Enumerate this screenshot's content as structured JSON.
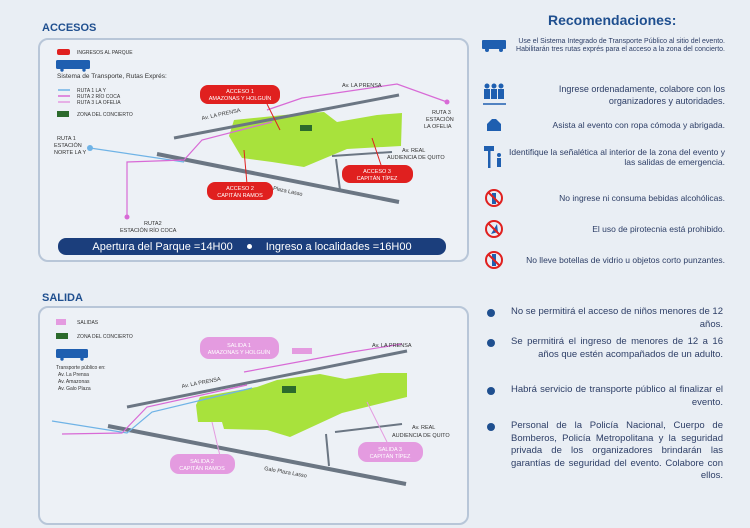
{
  "accesos": {
    "title": "ACCESOS",
    "legend": {
      "ingresos": "INGRESOS AL PARQUE",
      "transport": "Sistema de Transporte, Rutas Exprés:",
      "ruta1": "RUTA 1 LA Y",
      "ruta2": "RUTA 2 RÍO COCA",
      "ruta3": "RUTA 3 LA OFELIA",
      "zona": "ZONA DEL CONCIERTO"
    },
    "map": {
      "prensa1": "Av. LA PRENSA",
      "prensa2": "Av. LA PRENSA",
      "real1": "Av. REAL",
      "real2": "AUDIENCIA DE QUITO",
      "galo": "Galo Plaza Lasso",
      "r1a": "RUTA 1",
      "r1b": "ESTACIÓN",
      "r1c": "NORTE LA Y",
      "r2a": "RUTA2",
      "r2b": "ESTACIÓN RÍO COCA",
      "r3a": "RUTA 3",
      "r3b": "ESTACIÓN",
      "r3c": "LA OFELIA",
      "acc1a": "ACCESO 1",
      "acc1b": "AMAZONAS Y HOLGUÍN",
      "acc2a": "ACCESO 2",
      "acc2b": "CAPITÁN RAMOS",
      "acc3a": "ACCESO 3",
      "acc3b": "CAPITÁN TÍPEZ"
    },
    "banner": {
      "left": "Apertura del Parque =14H00",
      "right": "Ingreso a localidades =16H00"
    }
  },
  "salida": {
    "title": "SALIDA",
    "legend": {
      "salidas": "SALIDAS",
      "zona": "ZONA DEL CONCIERTO",
      "transport": "Transporte público en:",
      "t1": "Av. La Prensa",
      "t2": "Av. Amazonas",
      "t3": "Av. Galo Plaza"
    },
    "map": {
      "prensa1": "Av. LA PRENSA",
      "prensa2": "Av. LA PRENSA",
      "real1": "Av. REAL",
      "real2": "AUDIENCIA DE QUITO",
      "galo": "Galo Plaza Lasso",
      "s1a": "SALIDA 1",
      "s1b": "AMAZONAS Y HOLGUÍN",
      "s2a": "SALIDA 2",
      "s2b": "CAPITÁN RAMOS",
      "s3a": "SALIDA 3",
      "s3b": "CAPITÁN TÍPEZ"
    }
  },
  "recomendaciones": {
    "title": "Recomendaciones:",
    "items": [
      {
        "icon": "bus-icon",
        "text": "Use el Sistema Integrado de Transporte Público al sitio del evento. Habilitarán tres rutas exprés para el acceso a la zona del concierto."
      },
      {
        "icon": "queue-icon",
        "text": "Ingrese ordenadamente, colabore con los organizadores y autoridades."
      },
      {
        "icon": "jacket-icon",
        "text": "Asista al evento con ropa cómoda y abrigada."
      },
      {
        "icon": "signage-icon",
        "text": "Identifique la señalética al interior de la zona del evento y las salidas de emergencia."
      },
      {
        "icon": "no-alcohol-icon",
        "text": "No ingrese ni consuma bebidas alcohólicas."
      },
      {
        "icon": "no-fireworks-icon",
        "text": "El uso de pirotecnia está prohibido."
      },
      {
        "icon": "no-bottles-icon",
        "text": "No lleve botellas de vidrio u objetos corto punzantes."
      }
    ]
  },
  "notes": [
    "No se permitirá el acceso de niños menores de 12 años.",
    "Se permitirá el ingreso de menores de 12 a 16 años que estén acompañados de un adulto.",
    "Habrá servicio de transporte público al finalizar el evento.",
    "Personal de la Policía Nacional, Cuerpo de Bomberos, Policía Metropolitana y la seguridad privada de los organizadores brindarán las garantías de seguridad del evento. Colabore con ellos."
  ],
  "colors": {
    "blue": "#1f4f8f",
    "park": "#a8e23c",
    "red": "#e0201f",
    "pink": "#e49be0",
    "route": "#d86ad6",
    "route1": "#6fb3e6"
  }
}
